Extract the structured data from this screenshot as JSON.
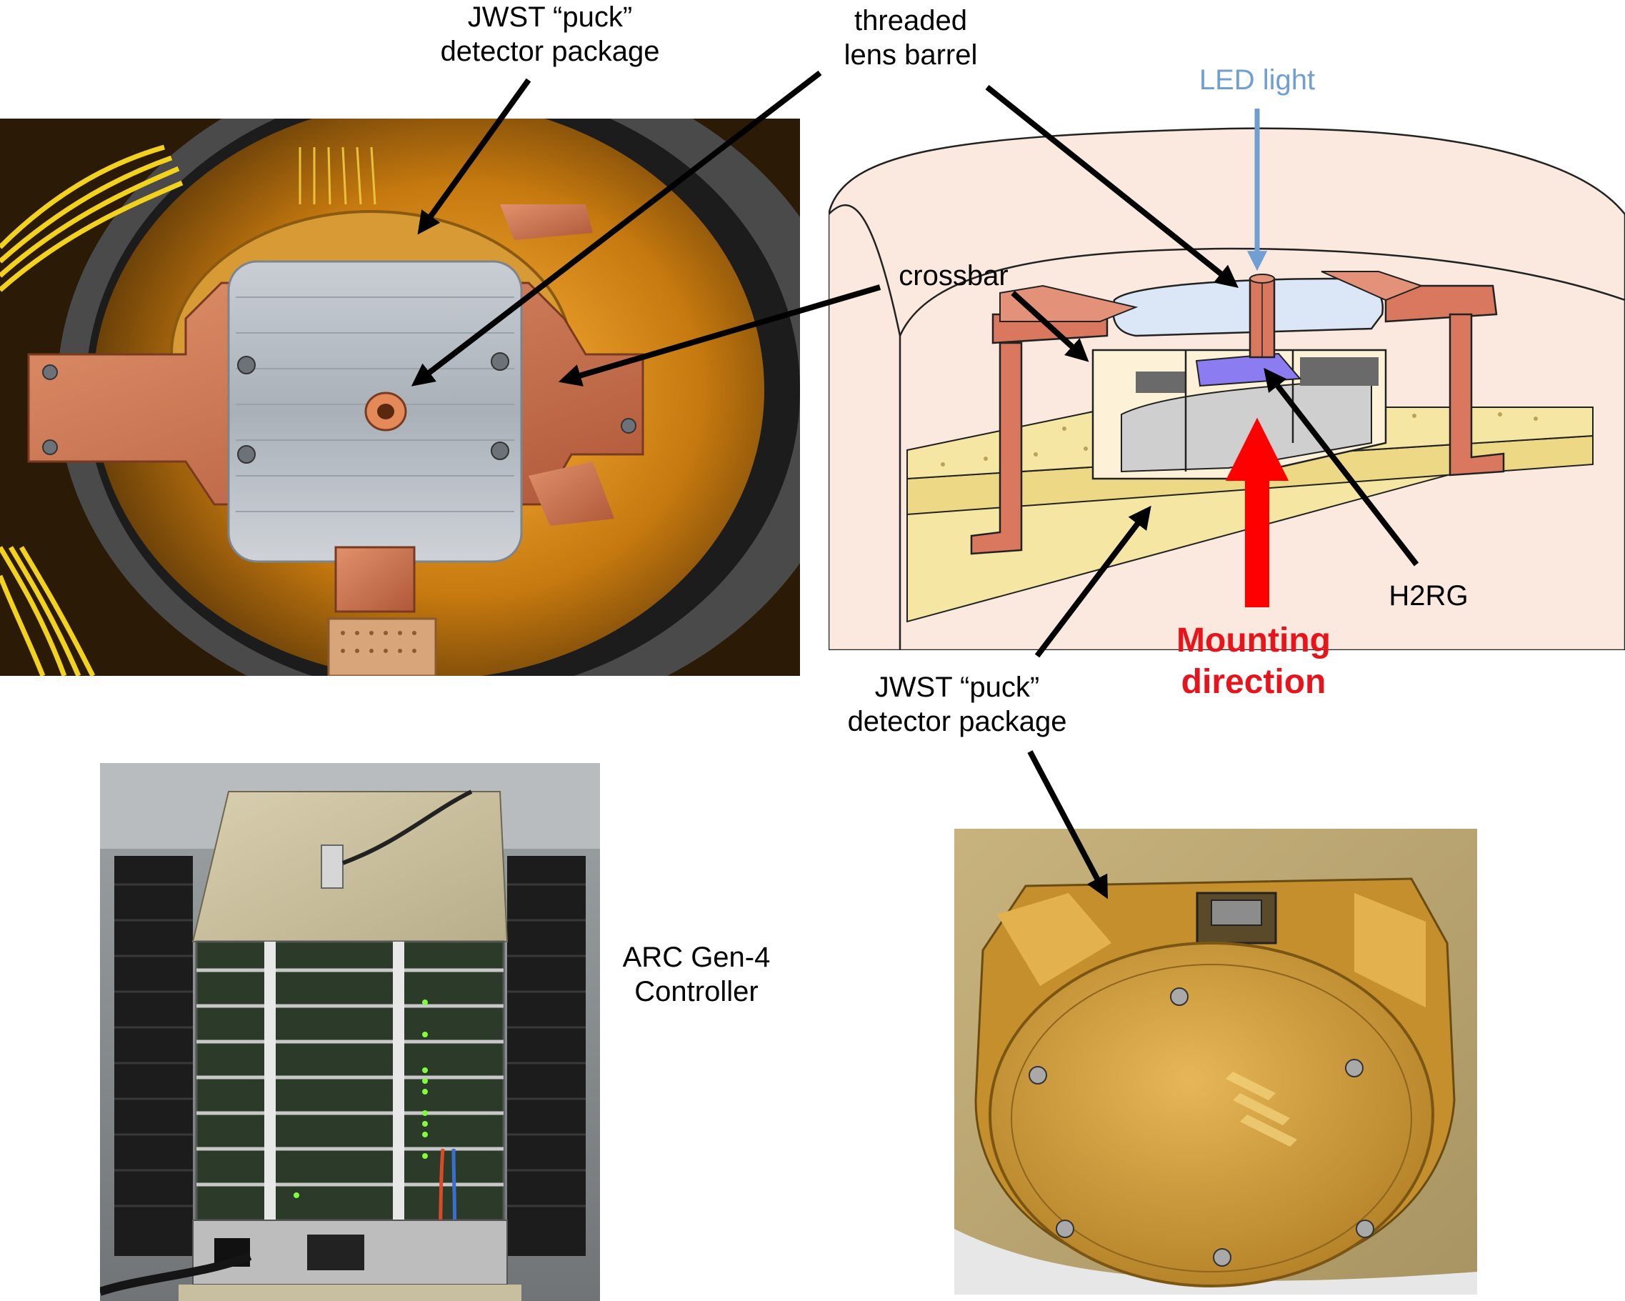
{
  "labels": {
    "jwst_puck_top": [
      "JWST “puck”",
      "detector package"
    ],
    "threaded_lens_barrel": [
      "threaded",
      "lens barrel"
    ],
    "led_light": "LED light",
    "crossbar": "crossbar",
    "h2rg": "H2RG",
    "mounting_direction": [
      "Mounting",
      "direction"
    ],
    "jwst_puck_bottom": [
      "JWST “puck”",
      "detector package"
    ],
    "arc_controller": [
      "ARC Gen-4",
      "Controller"
    ]
  },
  "colors": {
    "led_arrow": "#6f9fd3",
    "mounting_arrow": "#ff0000",
    "mounting_text": "#e8141c",
    "copper": "#d9785f",
    "cryostat_interior": "#fbe9df",
    "optical_bench": "#f6e6a3",
    "lens_window": "#dbe7f6",
    "h2rg_detector": "#8c7cf2",
    "gold": "#c99a3a"
  }
}
